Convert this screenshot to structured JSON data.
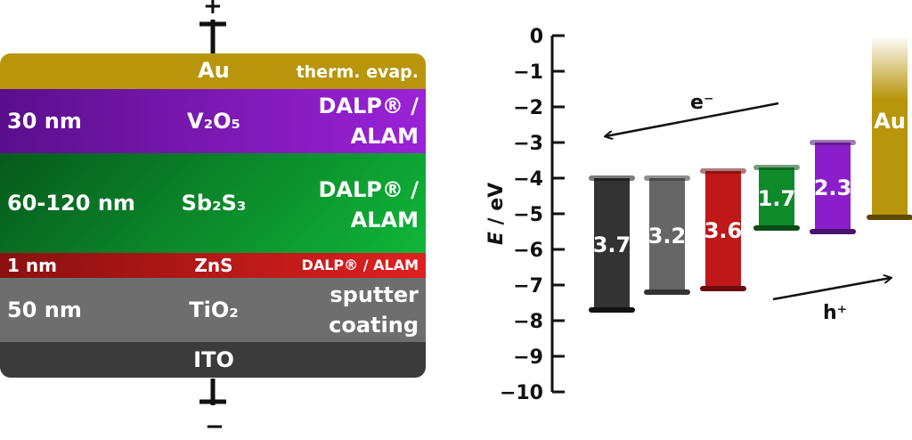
{
  "stack": {
    "terminal_top": "+",
    "terminal_bottom": "−",
    "layers": [
      {
        "material": "Au",
        "method": "therm. evap.",
        "thickness": "",
        "color": "#b8950b"
      },
      {
        "material": "V₂O₅",
        "method_line1": "DALP® /",
        "method_line2": "ALAM",
        "thickness": "30 nm",
        "color": "#8a1fc9"
      },
      {
        "material": "Sb₂S₃",
        "method_line1": "DALP® /",
        "method_line2": "ALAM",
        "thickness": "60-120  nm",
        "color": "#0e9a2e"
      },
      {
        "material": "ZnS",
        "method": "DALP® / ALAM",
        "thickness": "1 nm",
        "color": "#d01d1d"
      },
      {
        "material": "TiO₂",
        "method_line1": "sputter",
        "method_line2": "coating",
        "thickness": "50 nm",
        "color": "#6b6b6b"
      },
      {
        "material": "ITO",
        "method": "",
        "thickness": "",
        "color": "#3b3b3b"
      }
    ]
  },
  "energy": {
    "ylabel_italic": "E",
    "ylabel_rest": " / eV",
    "ylim": [
      -10,
      0
    ],
    "ticks": [
      "0",
      "−1",
      "−2",
      "−3",
      "−4",
      "−5",
      "−6",
      "−7",
      "−8",
      "−9",
      "−10"
    ],
    "electron_label": "e⁻",
    "hole_label": "h⁺",
    "bands": [
      {
        "label": "3.7",
        "top": -4.0,
        "bottom": -7.7,
        "color": "#333333",
        "edge": "#111111"
      },
      {
        "label": "3.2",
        "top": -4.0,
        "bottom": -7.2,
        "color": "#666666",
        "edge": "#333333"
      },
      {
        "label": "3.6",
        "top": -3.8,
        "bottom": -7.1,
        "color": "#c01818",
        "edge": "#6b0d0d"
      },
      {
        "label": "1.7",
        "top": -3.7,
        "bottom": -5.4,
        "color": "#0e8a2a",
        "edge": "#0a4d18"
      },
      {
        "label": "2.3",
        "top": -3.0,
        "bottom": -5.5,
        "color": "#8a1fc9",
        "edge": "#4a1070"
      },
      {
        "label": "Au",
        "top": 0.0,
        "bottom": -5.1,
        "color": "#b8950b",
        "edge": "#5c4a05"
      }
    ]
  }
}
